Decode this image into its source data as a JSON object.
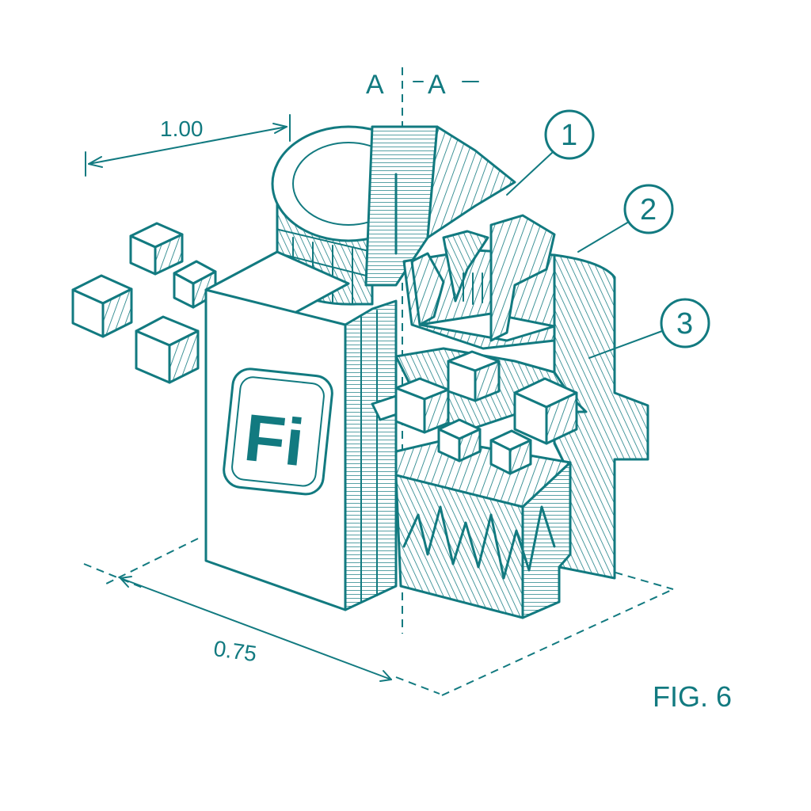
{
  "figure": {
    "dimension_top": "1.00",
    "dimension_bottom": "0.75",
    "section_label_left": "A",
    "section_label_right": "A",
    "callouts": [
      "1",
      "2",
      "3"
    ],
    "logo_text": "Fi",
    "caption": "FIG. 6"
  },
  "colors": {
    "ink": "#127a80",
    "paper": "#ffffff"
  }
}
